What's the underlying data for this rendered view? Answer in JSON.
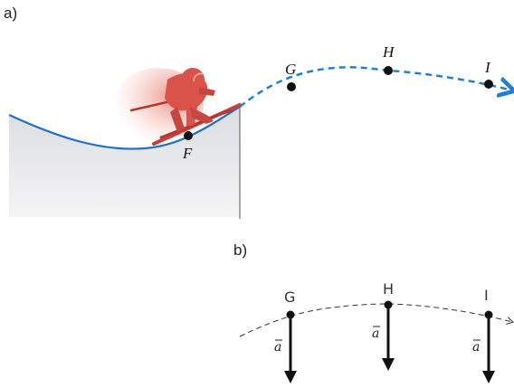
{
  "panel_a": {
    "label": "a)",
    "points": {
      "F": "F",
      "G": "G",
      "H": "H",
      "I": "I"
    }
  },
  "panel_b": {
    "label": "b)",
    "points": {
      "G": "G",
      "H": "H",
      "I": "I"
    },
    "vector_label": "a"
  },
  "colors": {
    "slope_curve": "#1f6fc4",
    "trajectory": "#1f7fd0",
    "skier": "#d9534a",
    "ground": "#e9eaeb",
    "arrow": "#111111"
  },
  "icons": [
    "skier-icon",
    "acceleration-arrow-icon"
  ]
}
